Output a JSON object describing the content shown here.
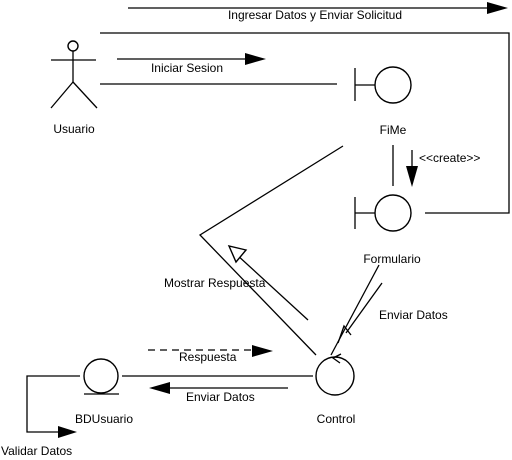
{
  "actors": {
    "usuario": {
      "label": "Usuario"
    }
  },
  "boundaries": {
    "fime": {
      "label": "FiMe"
    },
    "formulario": {
      "label": "Formulario"
    }
  },
  "entities": {
    "bdusuario": {
      "label": "BDUsuario"
    }
  },
  "controls": {
    "control": {
      "label": "Control"
    }
  },
  "messages": {
    "ingresar": "Ingresar Datos y Enviar Solicitud",
    "iniciar": "Iniciar Sesion",
    "create": "<<create>>",
    "mostrar": "Mostrar Respuesta",
    "enviar_formulario": "Enviar Datos",
    "respuesta": "Respuesta",
    "enviar_bd": "Enviar Datos",
    "validar": "Validar Datos"
  }
}
